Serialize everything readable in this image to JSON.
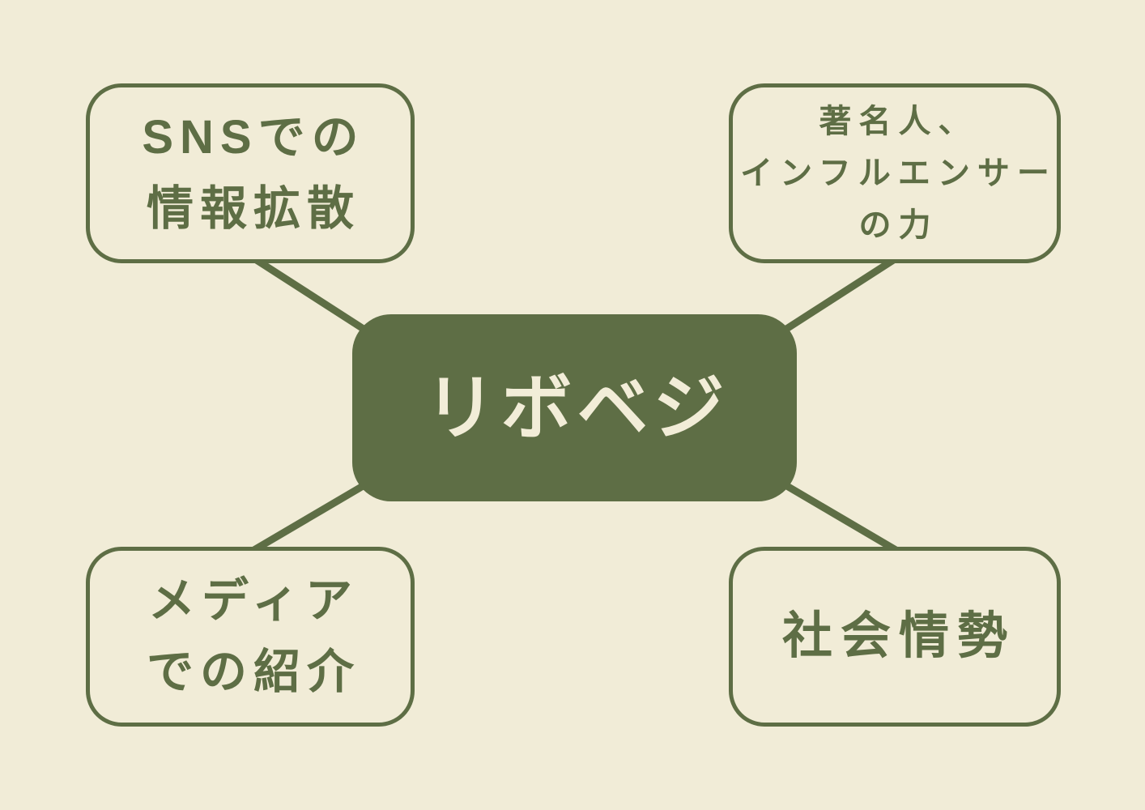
{
  "colors": {
    "background": "#f1ecd7",
    "green": "#5e6e45",
    "cream": "#f2edd8"
  },
  "mindmap": {
    "center_node": {
      "label": "リボベジ"
    },
    "nodes": [
      {
        "id": "sns",
        "position": "top-left",
        "lines": [
          "SNSでの",
          "情報拡散"
        ]
      },
      {
        "id": "influencer",
        "position": "top-right",
        "lines": [
          "著名人、",
          "インフルエンサー",
          "の力"
        ]
      },
      {
        "id": "media",
        "position": "bottom-left",
        "lines": [
          "メディア",
          "での紹介"
        ]
      },
      {
        "id": "social",
        "position": "bottom-right",
        "lines": [
          "社会情勢"
        ]
      }
    ]
  }
}
